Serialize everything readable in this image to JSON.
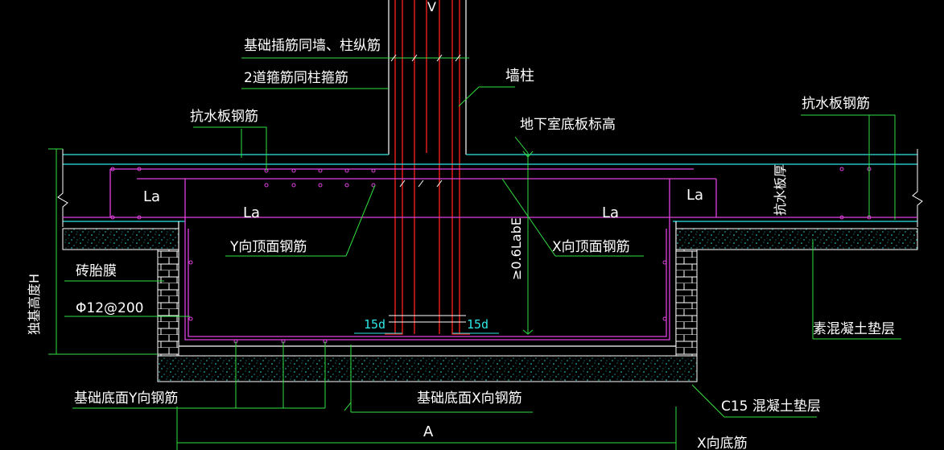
{
  "labels": {
    "top_v": "V",
    "foundation_dowel": "基础插筋同墙、柱纵筋",
    "two_stirrups": "2道箍筋同柱箍筋",
    "wall_column": "墙柱",
    "waterproof_rebar_left": "抗水板钢筋",
    "waterproof_rebar_right": "抗水板钢筋",
    "basement_floor_elev": "地下室底板标高",
    "waterproof_thickness": "抗水板厚",
    "la_1": "La",
    "la_2": "La",
    "la_3": "La",
    "la_4": "La",
    "y_top_rebar": "Y向顶面钢筋",
    "x_top_rebar": "X向顶面钢筋",
    "anchorage_note": "≥0.6LabE",
    "brick_membrane": "砖胎膜",
    "rebar_spec": "Φ12@200",
    "foundation_height": "独基高度H",
    "hook_left": "15d",
    "hook_right": "15d",
    "plain_concrete_cushion": "素混凝土垫层",
    "bottom_y_rebar": "基础底面Y向钢筋",
    "bottom_x_rebar": "基础底面X向钢筋",
    "c15_cushion": "C15 混凝土垫层",
    "dim_a": "A",
    "x_bottom_rebar": "X向底筋"
  },
  "colors": {
    "background": "#000000",
    "outline": "#ffffff",
    "slab_cyan": "#2ee6e6",
    "rebar_magenta": "#e040e0",
    "column_red": "#ff2020",
    "leader_green": "#30e040",
    "cushion_dots": "#2ee6e6"
  }
}
